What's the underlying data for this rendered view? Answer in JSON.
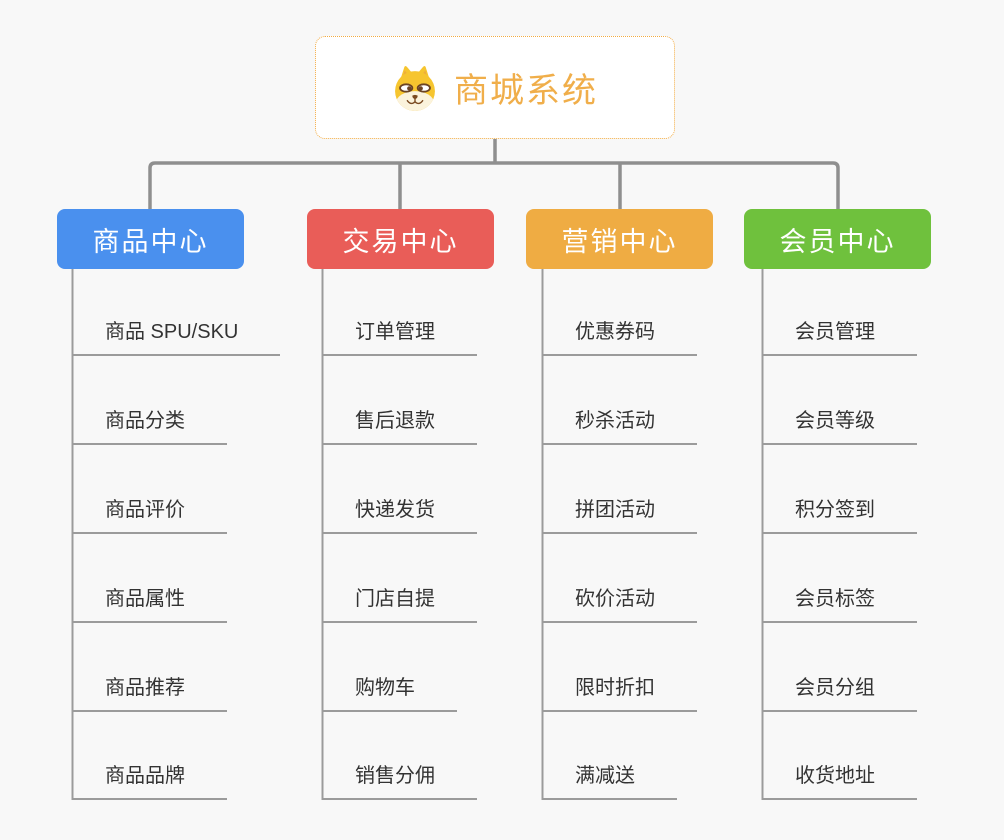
{
  "canvas": {
    "background": "#f8f8f8",
    "connector_color": "#8F8F8F",
    "underline_color": "#9B9B9B"
  },
  "root": {
    "title": "商城系统",
    "icon": "doge-icon",
    "border_color": "#F2AC44",
    "text_color": "#F0AE4A"
  },
  "branches": [
    {
      "label": "商品中心",
      "color": "#4A90EE",
      "items": [
        "商品 SPU/SKU",
        "商品分类",
        "商品评价",
        "商品属性",
        "商品推荐",
        "商品品牌"
      ]
    },
    {
      "label": "交易中心",
      "color": "#E95D58",
      "items": [
        "订单管理",
        "售后退款",
        "快递发货",
        "门店自提",
        "购物车",
        "销售分佣"
      ]
    },
    {
      "label": "营销中心",
      "color": "#EFAC43",
      "items": [
        "优惠券码",
        "秒杀活动",
        "拼团活动",
        "砍价活动",
        "限时折扣",
        "满减送"
      ]
    },
    {
      "label": "会员中心",
      "color": "#6FC13D",
      "items": [
        "会员管理",
        "会员等级",
        "积分签到",
        "会员标签",
        "会员分组",
        "收货地址"
      ]
    }
  ]
}
